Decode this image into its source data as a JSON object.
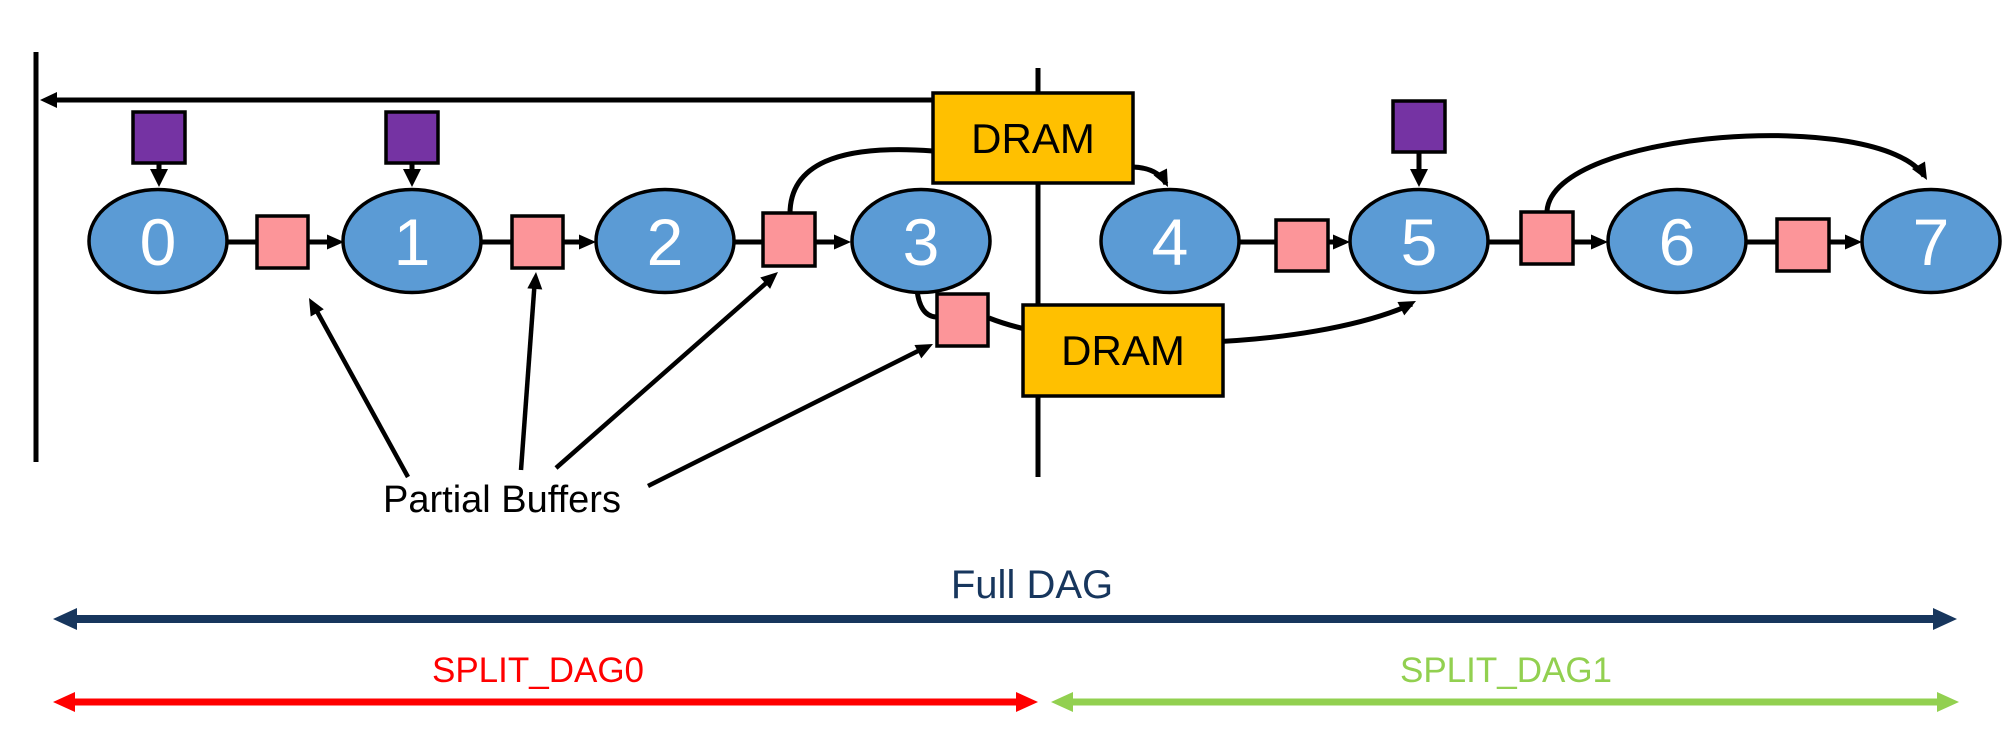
{
  "diagram": {
    "nodes": [
      {
        "label": "0"
      },
      {
        "label": "1"
      },
      {
        "label": "2"
      },
      {
        "label": "3"
      },
      {
        "label": "4"
      },
      {
        "label": "5"
      },
      {
        "label": "6"
      },
      {
        "label": "7"
      }
    ],
    "dram_top_label": "DRAM",
    "dram_bottom_label": "DRAM",
    "partial_buffers_label": "Partial Buffers",
    "full_dag_label": "Full DAG",
    "split_dag0_label": "SPLIT_DAG0",
    "split_dag1_label": "SPLIT_DAG1"
  },
  "colors": {
    "ink": "#000000",
    "node_fill": "#5B9BD5",
    "node_text": "#FFFFFF",
    "buffer_fill": "#FC9599",
    "weight_fill": "#7533A3",
    "dram_fill": "#FFC000",
    "full_dag": "#17365D",
    "split_dag0": "#FF0000",
    "split_dag1": "#92D050"
  }
}
